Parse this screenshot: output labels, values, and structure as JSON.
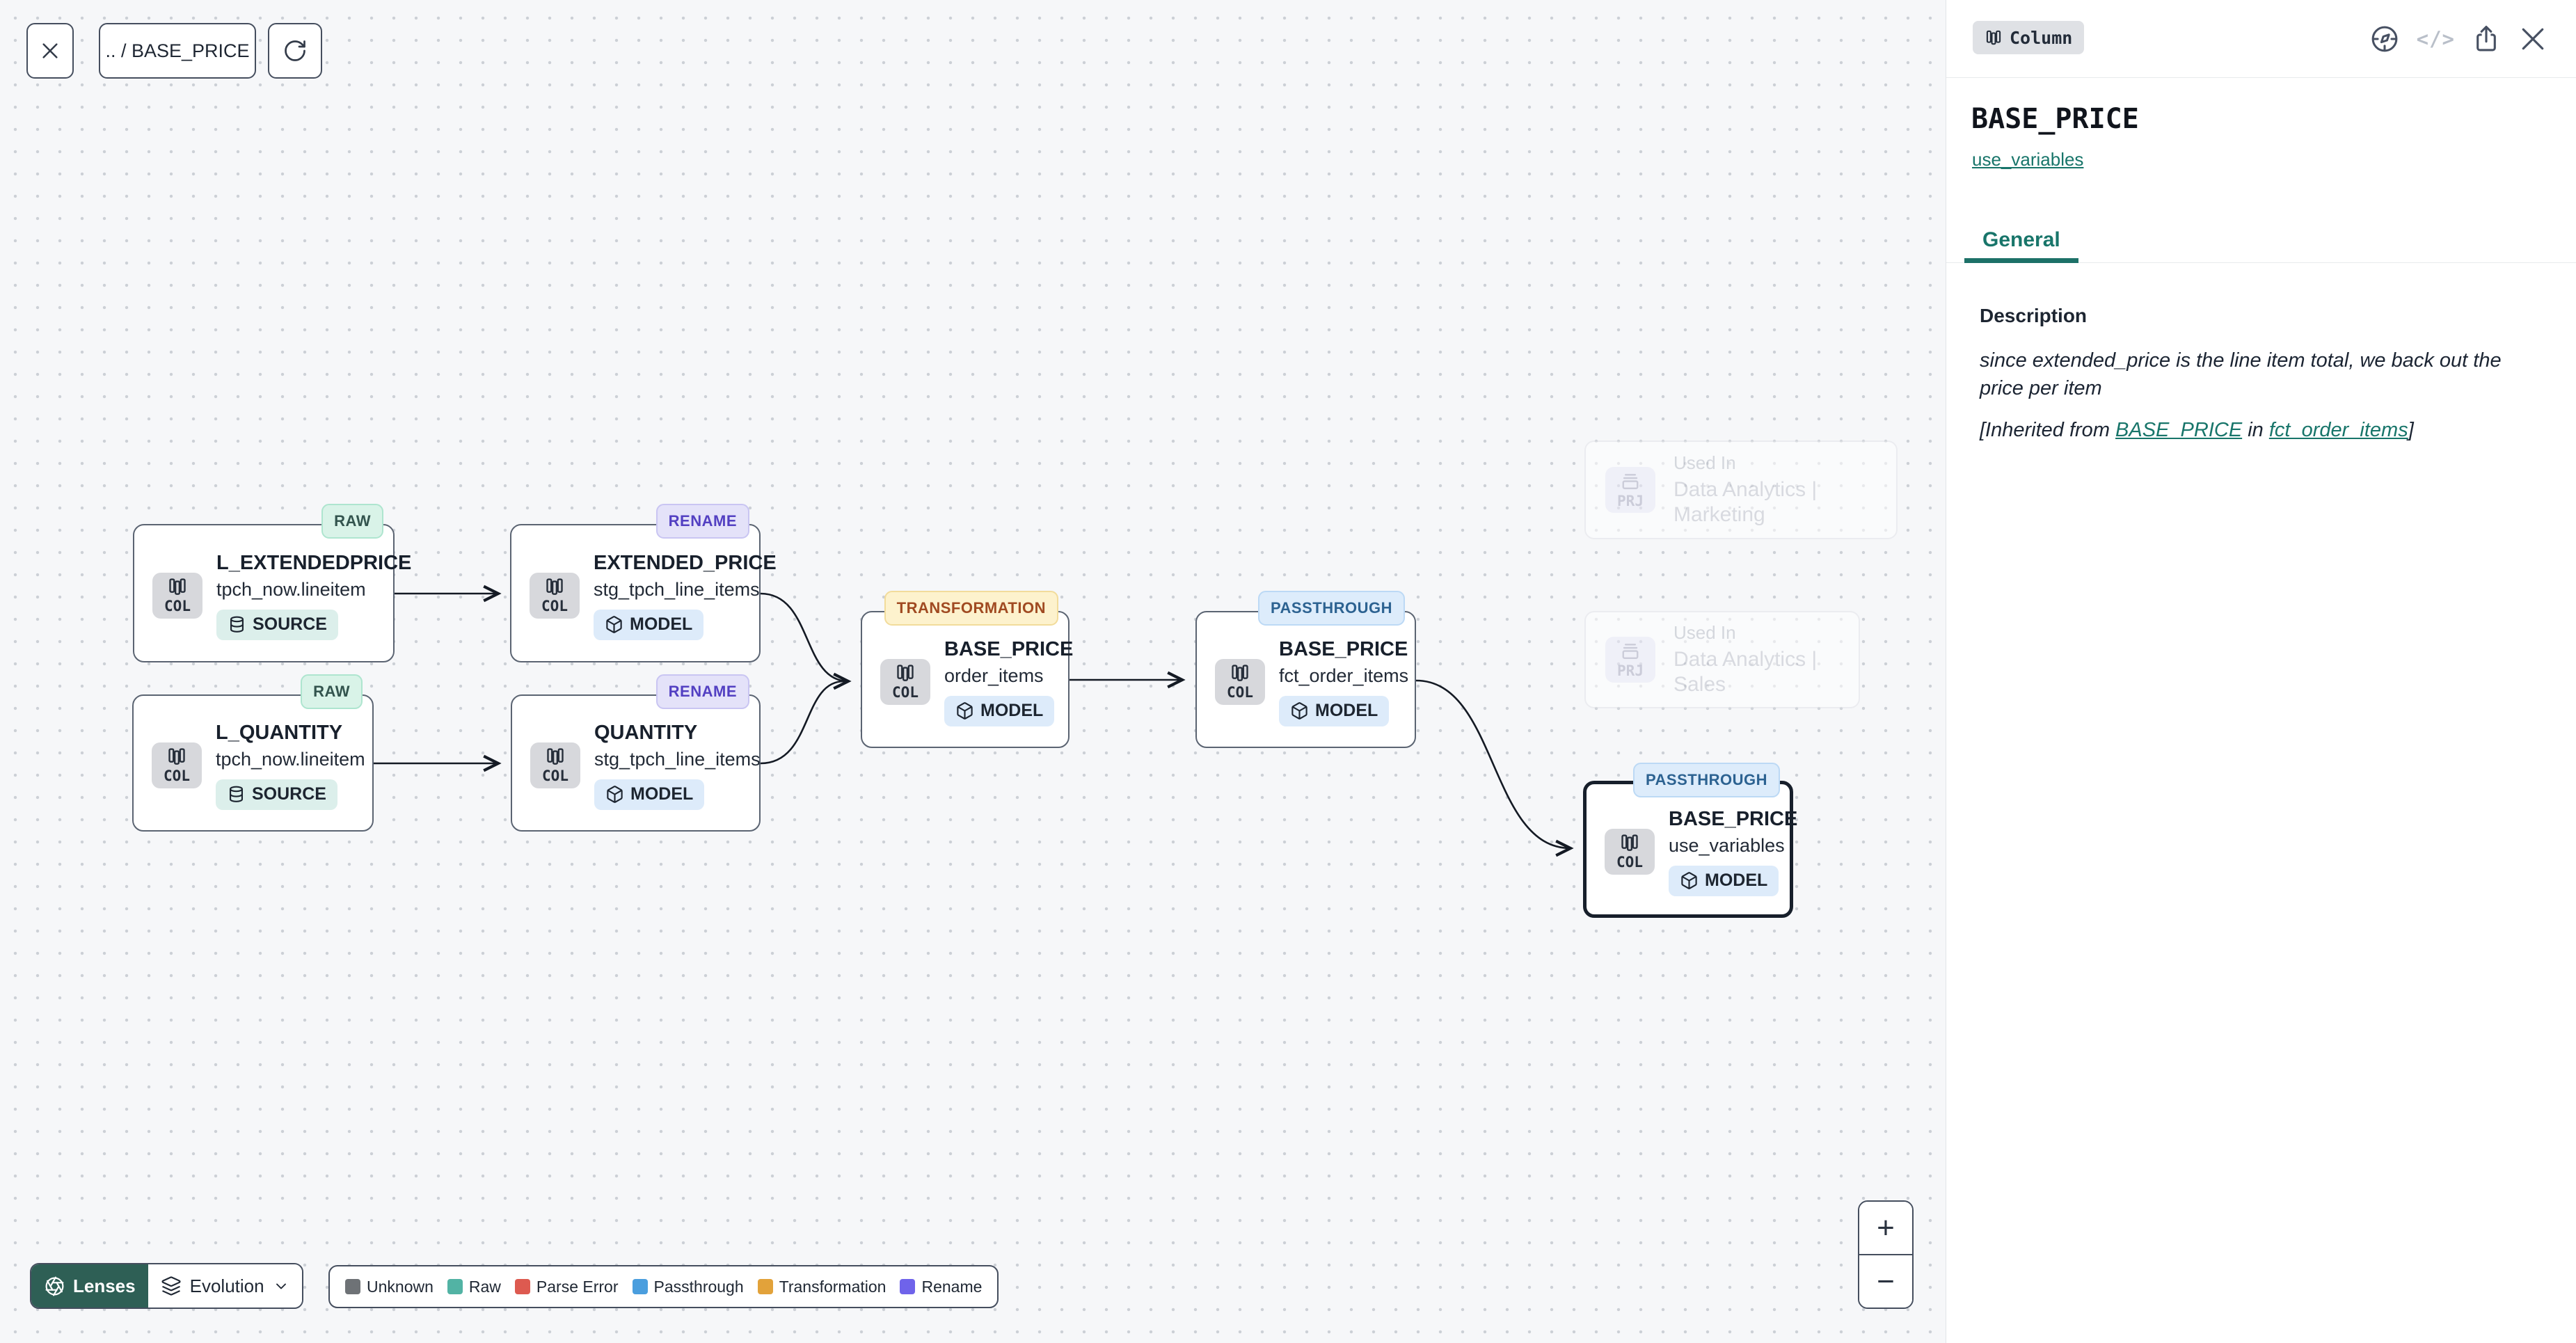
{
  "toolbar": {
    "breadcrumb": ".. / BASE_PRICE"
  },
  "panel": {
    "chip": "Column",
    "title": "BASE_PRICE",
    "model_link": "use_variables",
    "tab": "General",
    "description_label": "Description",
    "description": "since extended_price is the line item total, we back out the price per item",
    "inherited_prefix": "[Inherited from ",
    "inherited_link_column": "BASE_PRICE",
    "inherited_mid": " in ",
    "inherited_link_model": "fct_order_items",
    "inherited_suffix": "]",
    "accent_color": "#1d7168"
  },
  "nodes": [
    {
      "badge": "RAW",
      "title": "L_EXTENDEDPRICE",
      "subtitle": "tpch_now.lineitem",
      "kind": "COL",
      "type": "SOURCE"
    },
    {
      "badge": "RENAME",
      "title": "EXTENDED_PRICE",
      "subtitle": "stg_tpch_line_items",
      "kind": "COL",
      "type": "MODEL"
    },
    {
      "badge": "RAW",
      "title": "L_QUANTITY",
      "subtitle": "tpch_now.lineitem",
      "kind": "COL",
      "type": "SOURCE"
    },
    {
      "badge": "RENAME",
      "title": "QUANTITY",
      "subtitle": "stg_tpch_line_items",
      "kind": "COL",
      "type": "MODEL"
    },
    {
      "badge": "TRANSFORMATION",
      "title": "BASE_PRICE",
      "subtitle": "order_items",
      "kind": "COL",
      "type": "MODEL"
    },
    {
      "badge": "PASSTHROUGH",
      "title": "BASE_PRICE",
      "subtitle": "fct_order_items",
      "kind": "COL",
      "type": "MODEL"
    },
    {
      "badge": "PASSTHROUGH",
      "title": "BASE_PRICE",
      "subtitle": "use_variables",
      "kind": "COL",
      "type": "MODEL"
    }
  ],
  "ghosts": [
    {
      "kind": "PRJ",
      "label": "Used In",
      "title": "Data Analytics | Marketing"
    },
    {
      "kind": "PRJ",
      "label": "Used In",
      "title": "Data Analytics | Sales"
    }
  ],
  "lenses": {
    "button": "Lenses",
    "selected": "Evolution"
  },
  "legend": {
    "items": [
      {
        "label": "Unknown",
        "color": "#6e7276"
      },
      {
        "label": "Raw",
        "color": "#52b3a4"
      },
      {
        "label": "Parse Error",
        "color": "#dd5a50"
      },
      {
        "label": "Passthrough",
        "color": "#4a9ede"
      },
      {
        "label": "Transformation",
        "color": "#e2a23a"
      },
      {
        "label": "Rename",
        "color": "#6f63ea"
      }
    ]
  },
  "zoom_controls": {
    "zoom_in": "+",
    "zoom_out": "−"
  },
  "glyphs": {
    "code": "</>"
  }
}
